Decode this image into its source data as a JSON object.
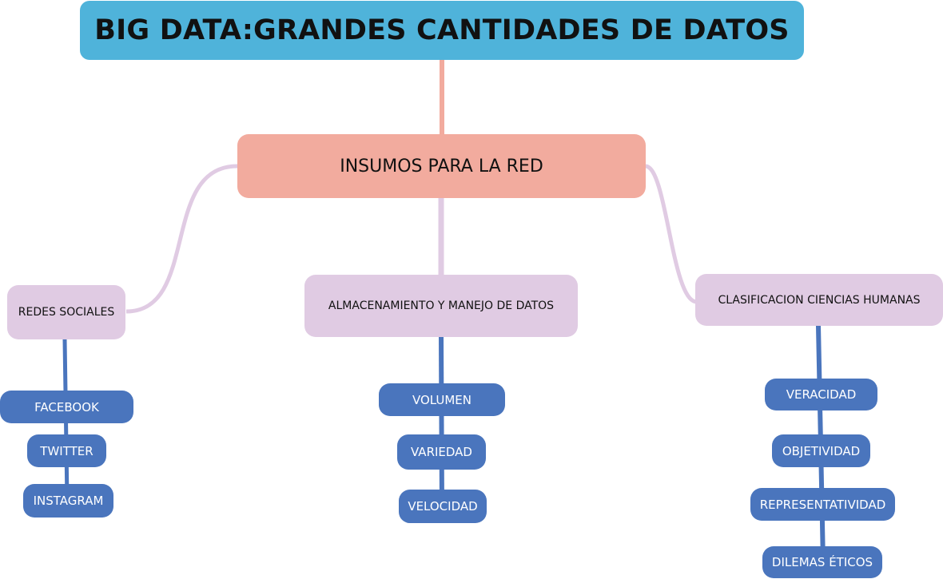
{
  "root": {
    "title": "BIG DATA:GRANDES CANTIDADES DE DATOS"
  },
  "hub": {
    "title": "INSUMOS PARA LA RED"
  },
  "branches": [
    {
      "label": "REDES SOCIALES",
      "items": [
        "FACEBOOK",
        "TWITTER",
        "INSTAGRAM"
      ]
    },
    {
      "label": "ALMACENAMIENTO Y MANEJO DE DATOS",
      "items": [
        "VOLUMEN",
        "VARIEDAD",
        "VELOCIDAD"
      ]
    },
    {
      "label": "CLASIFICACION CIENCIAS HUMANAS",
      "items": [
        "VERACIDAD",
        "OBJETIVIDAD",
        "REPRESENTATIVIDAD",
        "DILEMAS ÉTICOS"
      ]
    }
  ],
  "colors": {
    "root": "#4fb3da",
    "hub": "#f2ab9e",
    "category": "#e0cbe3",
    "leaf": "#4a75bd",
    "root_link": "#f2ab9e",
    "category_link": "#e0cbe3",
    "leaf_link": "#4a75bd"
  }
}
